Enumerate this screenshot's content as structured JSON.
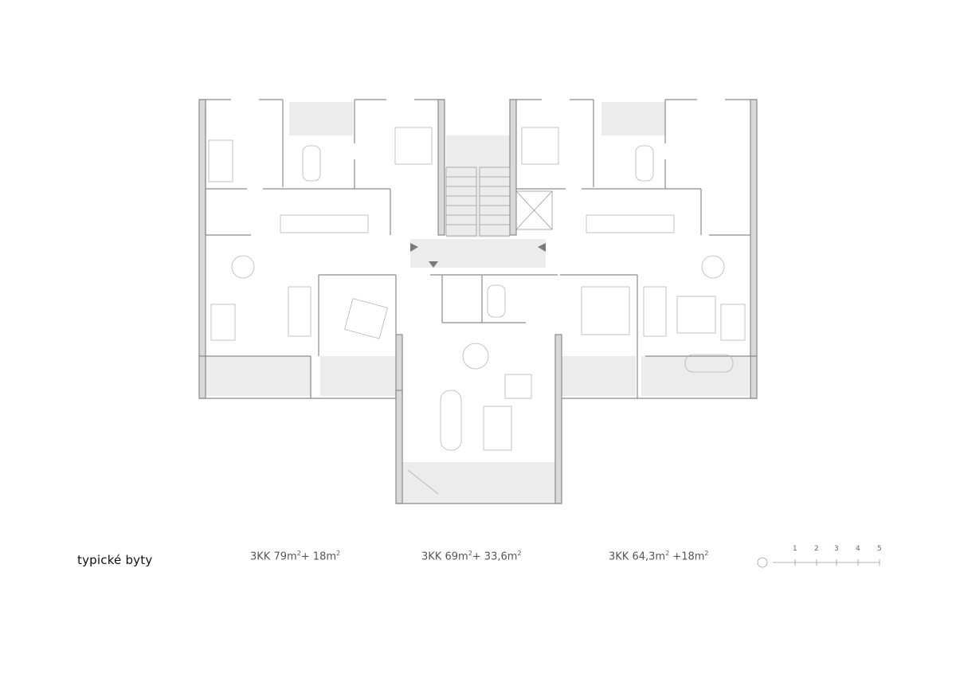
{
  "title": "typické byty",
  "units": [
    {
      "type": "3KK",
      "area": "79m",
      "extra": "+ 18m"
    },
    {
      "type": "3KK",
      "area": "69m",
      "extra": "+ 33,6m"
    },
    {
      "type": "3KK",
      "area": "64,3m",
      "extra": " +18m"
    }
  ],
  "scale": {
    "ticks": [
      "1",
      "2",
      "3",
      "4",
      "5"
    ]
  },
  "colors": {
    "wall": "#8a8a8a",
    "wall_fill": "#d9d9d9",
    "shade": "#ececec",
    "line": "#9a9a9a",
    "furniture": "#b5b5b5"
  },
  "icons": [
    "north-arrow-icon"
  ]
}
